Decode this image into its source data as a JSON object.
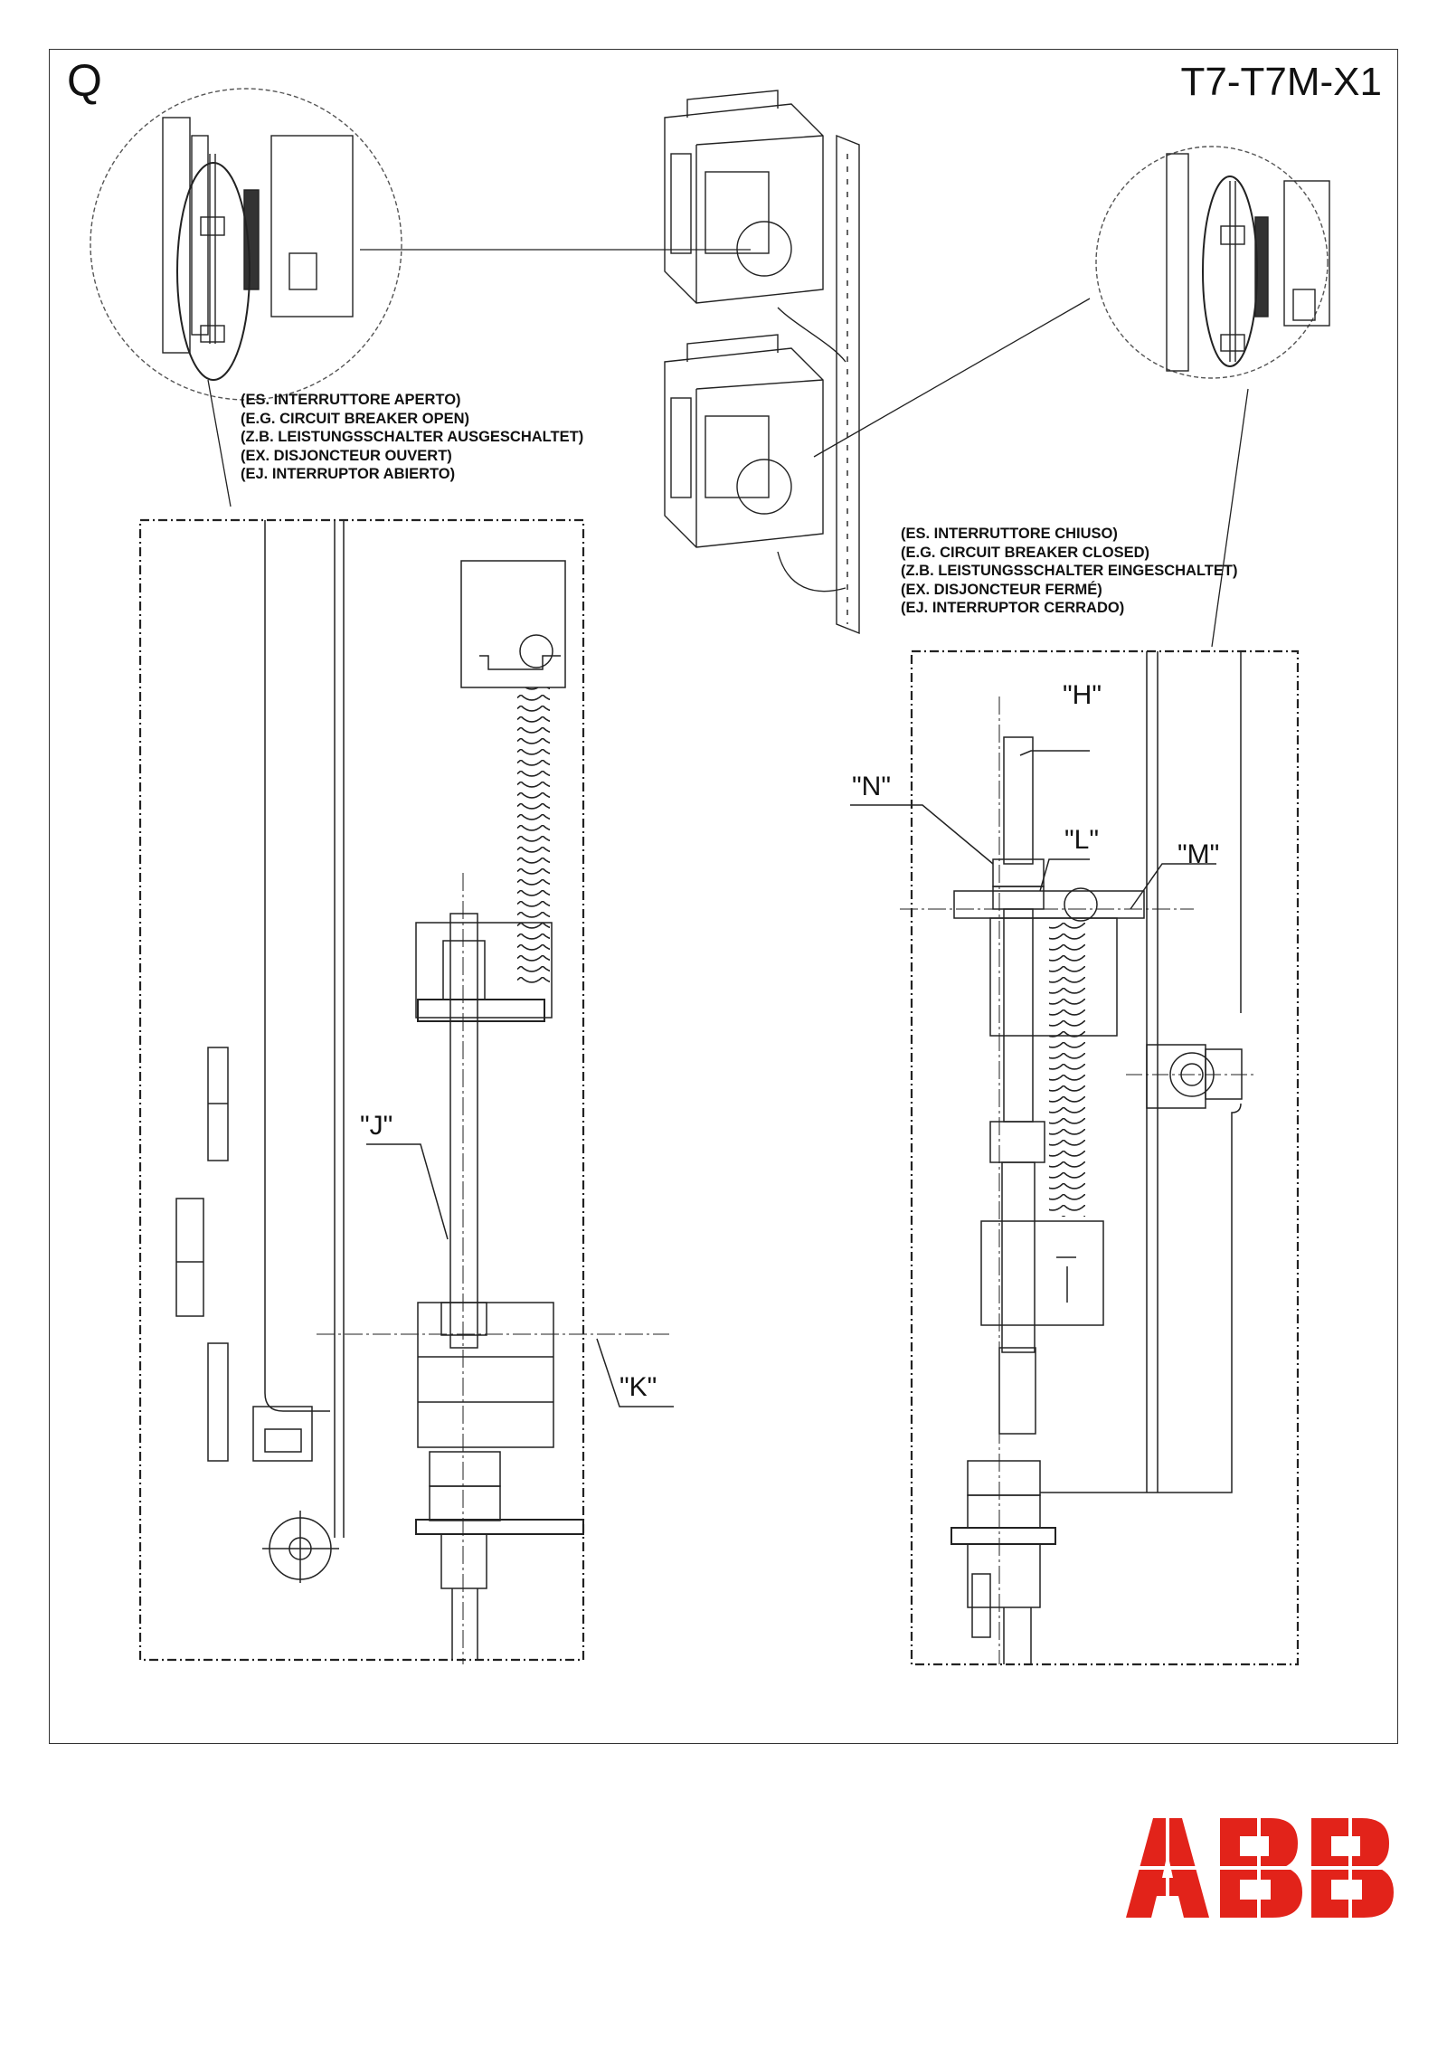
{
  "header": {
    "section_letter": "Q",
    "model_code": "T7-T7M-X1"
  },
  "captions": {
    "open": [
      "(ES. INTERRUTTORE APERTO)",
      "(E.G. CIRCUIT BREAKER OPEN)",
      "(Z.B. LEISTUNGSSCHALTER AUSGESCHALTET)",
      "(EX. DISJONCTEUR OUVERT)",
      "(EJ. INTERRUPTOR ABIERTO)"
    ],
    "closed": [
      "(ES. INTERRUTTORE CHIUSO)",
      "(E.G. CIRCUIT BREAKER CLOSED)",
      "(Z.B. LEISTUNGSSCHALTER EINGESCHALTET)",
      "(EX. DISJONCTEUR FERMÉ)",
      "(EJ. INTERRUPTOR CERRADO)"
    ]
  },
  "callouts": {
    "h": "\"H\"",
    "n": "\"N\"",
    "l": "\"L\"",
    "m": "\"M\"",
    "j": "\"J\"",
    "k": "\"K\""
  },
  "logo": {
    "text": "ABB",
    "color": "#e2231a"
  }
}
